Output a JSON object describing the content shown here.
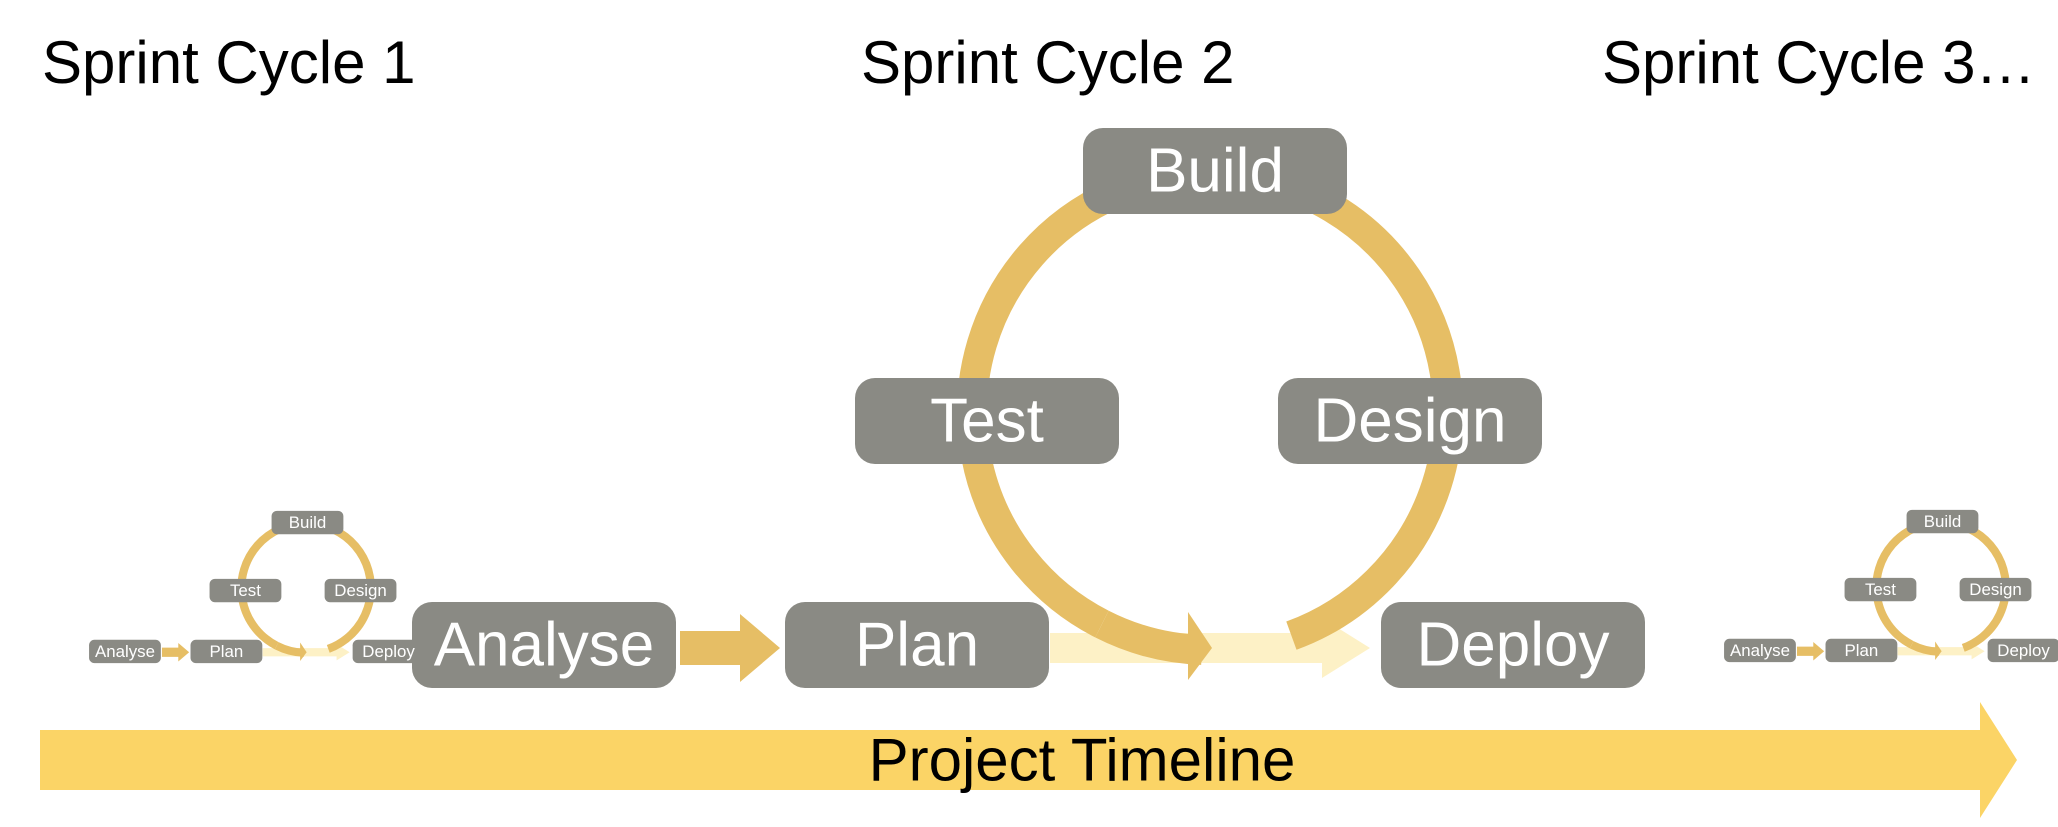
{
  "titles": {
    "cycle1": "Sprint Cycle 1",
    "cycle2": "Sprint Cycle 2",
    "cycle3": "Sprint Cycle 3…"
  },
  "steps": {
    "analyse": "Analyse",
    "plan": "Plan",
    "test": "Test",
    "build": "Build",
    "design": "Design",
    "deploy": "Deploy"
  },
  "timeline": {
    "label": "Project Timeline"
  },
  "colors": {
    "box": "#8a8a84",
    "box_text": "#ffffff",
    "ring": "#e6be65",
    "ring_light": "#fdf1c6",
    "timeline": "#fbd466",
    "title_text": "#000000"
  }
}
